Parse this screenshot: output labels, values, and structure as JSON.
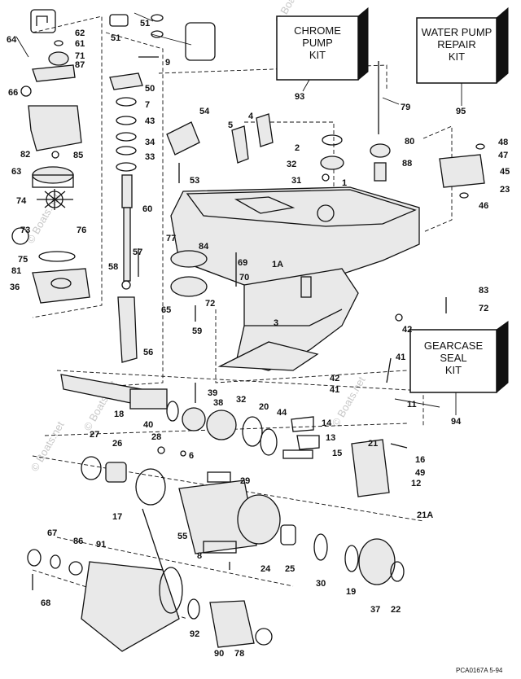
{
  "watermarks": [
    "© Boats.net",
    "© Boats.net",
    "© Boats.net",
    "© Boats.net",
    "© Boats.net"
  ],
  "kits": [
    {
      "name": "chrome-pump-kit",
      "label": "CHROME\nPUMP\nKIT",
      "ref": "93"
    },
    {
      "name": "water-pump-repair-kit",
      "label": "WATER PUMP\nREPAIR\nKIT",
      "ref": "95"
    },
    {
      "name": "gearcase-seal-kit",
      "label": "GEARCASE\nSEAL\nKIT",
      "ref": "94"
    }
  ],
  "callouts": [
    "64",
    "62",
    "61",
    "71",
    "87",
    "66",
    "82",
    "85",
    "63",
    "74",
    "73",
    "76",
    "75",
    "81",
    "36",
    "51",
    "51",
    "9",
    "50",
    "7",
    "43",
    "34",
    "33",
    "60",
    "57",
    "58",
    "56",
    "54",
    "53",
    "4",
    "5",
    "2",
    "32",
    "31",
    "1",
    "79",
    "80",
    "88",
    "48",
    "47",
    "45",
    "23",
    "46",
    "77",
    "84",
    "69",
    "70",
    "1A",
    "65",
    "59",
    "72",
    "3",
    "83",
    "72",
    "42",
    "41",
    "39",
    "38",
    "32",
    "20",
    "44",
    "14",
    "13",
    "15",
    "18",
    "40",
    "28",
    "6",
    "26",
    "27",
    "17",
    "29",
    "55",
    "8",
    "24",
    "25",
    "30",
    "19",
    "37",
    "22",
    "21",
    "16",
    "49",
    "12",
    "21A",
    "42",
    "41",
    "11",
    "67",
    "86",
    "91",
    "68",
    "92",
    "90",
    "78"
  ],
  "diagram_code": "PCA0167A  5-94"
}
